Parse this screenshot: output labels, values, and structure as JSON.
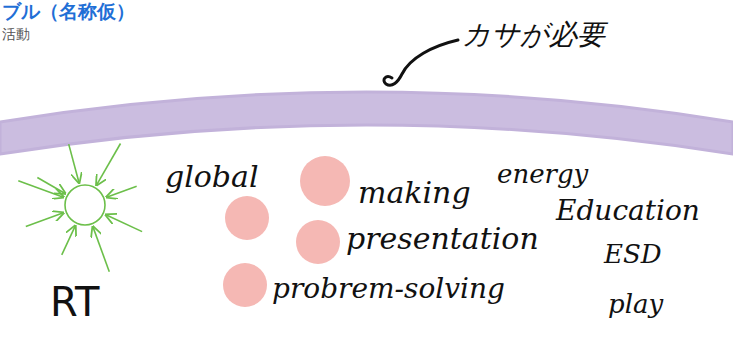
{
  "diagram": {
    "title": "ブル（名称仮）",
    "labels": [
      "活動",
      "カサが必要",
      "global",
      "making",
      "energy",
      "Education",
      "presentation",
      "ESD",
      "probrem-solving",
      "play",
      "RT"
    ]
  }
}
